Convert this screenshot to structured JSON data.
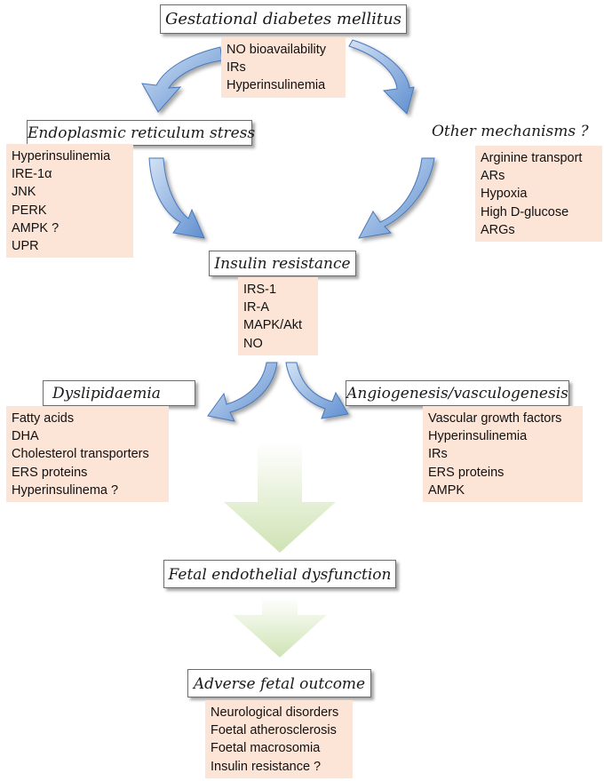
{
  "nodes": {
    "gdm": {
      "title": "Gestational diabetes mellitus",
      "items": [
        "NO bioavailability",
        "IRs",
        "Hyperinsulinemia"
      ]
    },
    "ers": {
      "title": "Endoplasmic reticulum stress",
      "items": [
        "Hyperinsulinemia",
        "IRE-1α",
        "JNK",
        "PERK",
        "AMPK ?",
        "UPR"
      ]
    },
    "other": {
      "title": "Other mechanisms ?",
      "items": [
        "Arginine transport",
        "ARs",
        "Hypoxia",
        "High D-glucose",
        "ARGs"
      ]
    },
    "ir": {
      "title": "Insulin resistance",
      "items": [
        "IRS-1",
        "IR-A",
        "MAPK/Akt",
        "NO"
      ]
    },
    "dys": {
      "title": "Dyslipidaemia",
      "items": [
        "Fatty acids",
        "DHA",
        "Cholesterol transporters",
        "ERS proteins",
        "Hyperinsulinema ?"
      ]
    },
    "angio": {
      "title": "Angiogenesis/vasculogenesis",
      "items": [
        "Vascular growth factors",
        "Hyperinsulinemia",
        "IRs",
        "ERS proteins",
        "AMPK"
      ]
    },
    "fed": {
      "title": "Fetal endothelial dysfunction"
    },
    "afo": {
      "title": "Adverse fetal outcome",
      "items": [
        "Neurological disorders",
        "Foetal atherosclerosis",
        "Foetal macrosomia",
        "Insulin resistance ?"
      ]
    }
  },
  "colors": {
    "list_fill": "#fce4d6",
    "arrow_blue_light": "#bcd3ef",
    "arrow_blue_dark": "#5f8fd0",
    "arrow_green_light": "#f2f7e8",
    "arrow_green_dark": "#cfe3b4"
  }
}
